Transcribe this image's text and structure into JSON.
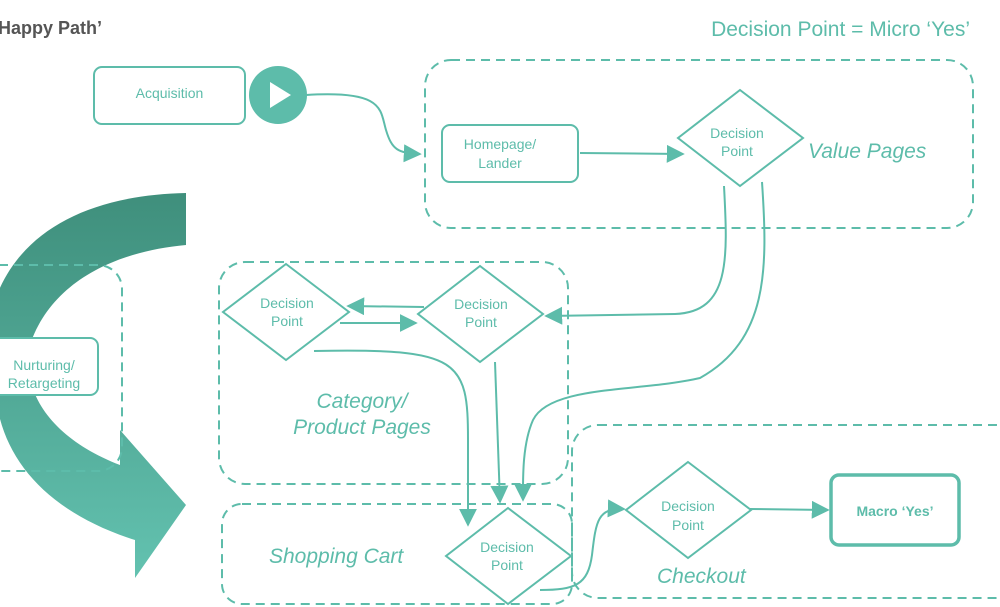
{
  "header": {
    "title": "Happy Path’",
    "legend": "Decision Point = Micro ‘Yes’"
  },
  "nodes": {
    "acquisition": "Acquisition",
    "homepage_line1": "Homepage/",
    "homepage_line2": "Lander",
    "nurturing_line1": "Nurturing/",
    "nurturing_line2": "Retargeting",
    "decision_line1": "Decision",
    "decision_line2": "Point",
    "macro_yes": "Macro ‘Yes’"
  },
  "groups": {
    "value_pages": "Value Pages",
    "category_line1": "Category/",
    "category_line2": "Product Pages",
    "shopping_cart": "Shopping Cart",
    "checkout": "Checkout"
  },
  "colors": {
    "accent": "#5dbcaa",
    "accent_dark": "#4a9a86",
    "title": "#555555"
  },
  "icons": {
    "play": "play-icon",
    "loop_arrow": "curved-arrow-icon"
  }
}
